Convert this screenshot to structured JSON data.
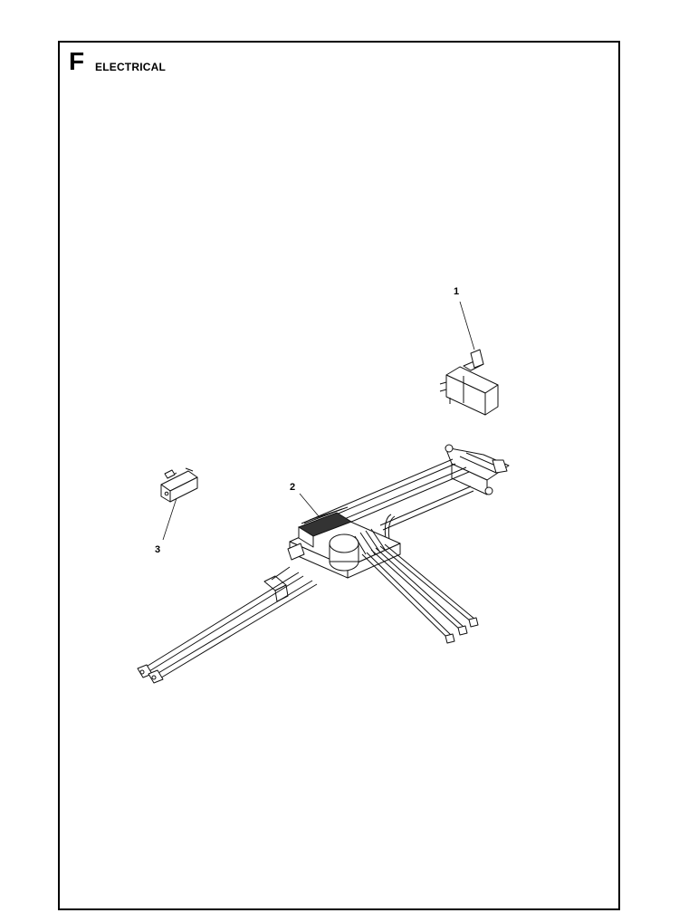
{
  "section": {
    "letter": "F",
    "title": "ELECTRICAL"
  },
  "callouts": [
    "1",
    "2",
    "3"
  ],
  "parts": [
    {
      "callout": "1",
      "icon": "rocker-switch-icon"
    },
    {
      "callout": "2",
      "icon": "wiring-harness-icon"
    },
    {
      "callout": "3",
      "icon": "micro-switch-icon"
    }
  ],
  "colors": {
    "line": "#111111",
    "background": "#ffffff",
    "frame": "#000000"
  }
}
